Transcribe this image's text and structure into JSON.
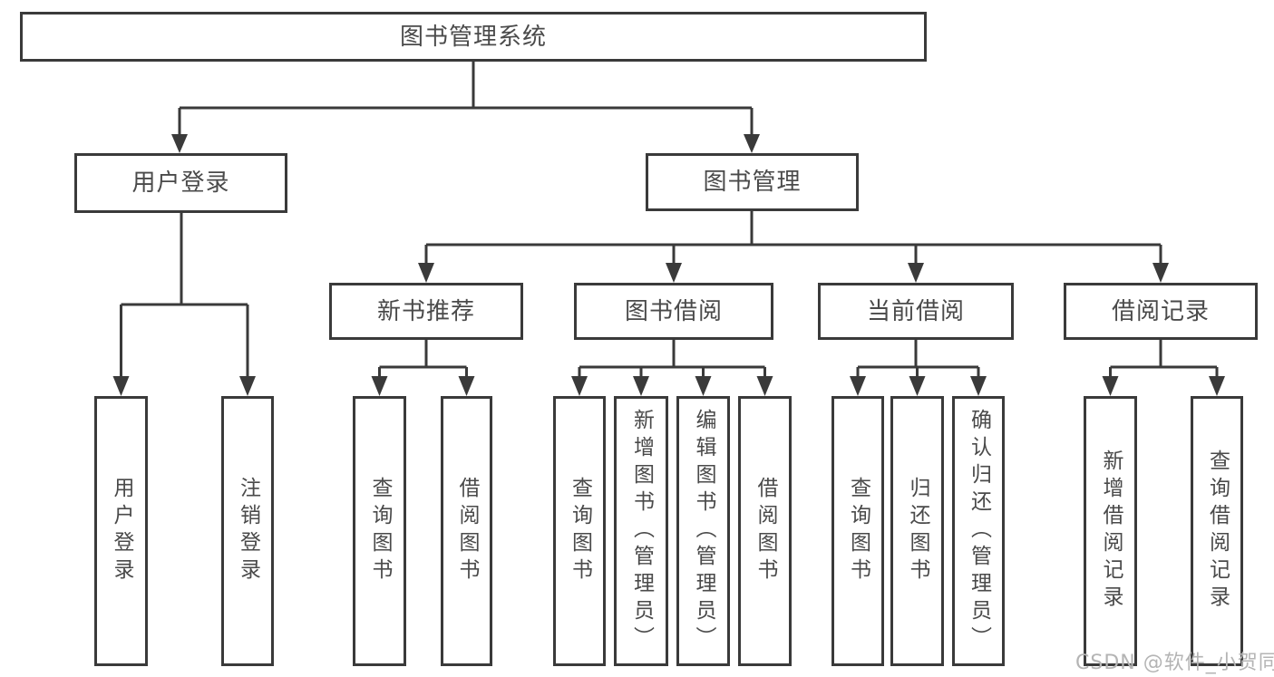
{
  "watermark": {
    "text": "CSDN @软件_小贺同学"
  },
  "colors": {
    "line": "#3a3a3a",
    "text": "#4a4a4a",
    "watermark": "#b4b4b4",
    "background": "#ffffff"
  },
  "tree": {
    "label": "图书管理系统",
    "children": [
      {
        "label": "用户登录",
        "children": [
          {
            "label": "用户登录"
          },
          {
            "label": "注销登录"
          }
        ]
      },
      {
        "label": "图书管理",
        "children": [
          {
            "label": "新书推荐",
            "children": [
              {
                "label": "查询图书"
              },
              {
                "label": "借阅图书"
              }
            ]
          },
          {
            "label": "图书借阅",
            "children": [
              {
                "label": "查询图书"
              },
              {
                "label": "新增图书（管理员）"
              },
              {
                "label": "编辑图书（管理员）"
              },
              {
                "label": "借阅图书"
              }
            ]
          },
          {
            "label": "当前借阅",
            "children": [
              {
                "label": "查询图书"
              },
              {
                "label": "归还图书"
              },
              {
                "label": "确认归还（管理员）"
              }
            ]
          },
          {
            "label": "借阅记录",
            "children": [
              {
                "label": "新增借阅记录"
              },
              {
                "label": "查询借阅记录"
              }
            ]
          }
        ]
      }
    ]
  }
}
